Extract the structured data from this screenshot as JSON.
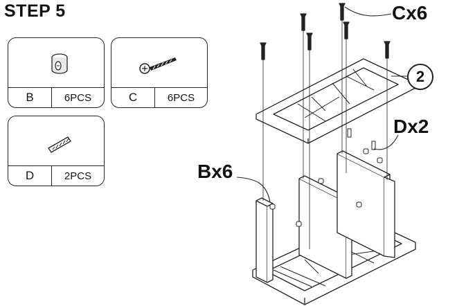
{
  "title": "STEP 5",
  "parts": [
    {
      "letter": "B",
      "qty": "6PCS",
      "icon": "cam-lock-icon"
    },
    {
      "letter": "C",
      "qty": "6PCS",
      "icon": "screw-icon"
    },
    {
      "letter": "D",
      "qty": "2PCS",
      "icon": "dowel-icon"
    }
  ],
  "callouts": {
    "screws": "Cx6",
    "dowels": "Dx2",
    "cams": "Bx6"
  },
  "step_marker": "2"
}
